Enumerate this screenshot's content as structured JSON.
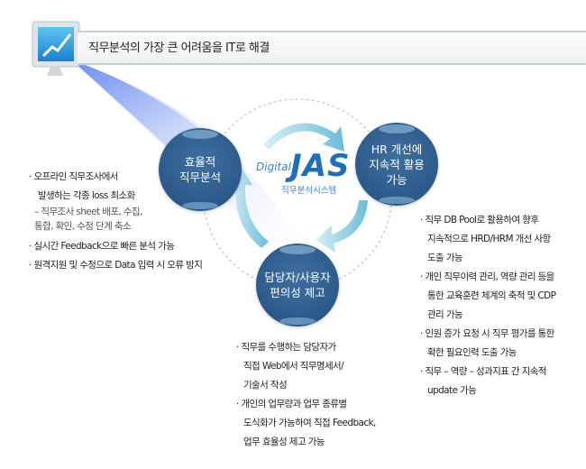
{
  "title": "직무분석의 가장 큰 어려움을 IT로 해결",
  "center": {
    "prefix": "Digital",
    "name": "JAS",
    "subtitle": "직무분석시스템"
  },
  "nodes": [
    {
      "label": "효율적\n직무분석"
    },
    {
      "label": "HR 개선에\n지속적 활용\n가능"
    },
    {
      "label": "담당자/사용자\n편의성 제고"
    }
  ],
  "left_text": [
    "· 오프라인 직무조사에서",
    "  발생하는 각종 loss 최소화",
    "– 직무조사 sheet 배포, 수집,",
    "   통합, 확인, 수정  단계 축소",
    "· 실시간 Feedback으로 빠른 분석 가능",
    "· 원격지원 및 수정으로 Data 입력 시 오류 방지"
  ],
  "right_text": [
    "· 직무 DB Pool로 활용하여 향후",
    "  지속적으로 HRD/HRM 개선 사항",
    "  도출 가능",
    "· 개인 직무이력 관리, 역량 관리 등을",
    "  통한 교육훈련 체계의 축적 및 CDP",
    "  관리 가능",
    "· 인원 증가 요청 시 직무 평가를 통한",
    "  확한 필요인력 도출 가능",
    "· 직무 – 역량 – 성과지표 간 지속적",
    "  update 가능"
  ],
  "bottom_text": [
    "· 직무를 수행하는 담당자가",
    "  직접 Web에서 직무명세서/",
    "  기술서 작성",
    "· 개인의 업무량과 업무 종류별",
    "  도식화가 가능하여 직접 Feedback,",
    "  업무 효율성 제고 가능"
  ],
  "colors": {
    "node": "#2b5a8a",
    "arrow": "#7cc3dc",
    "beam": "#7f9ff0"
  }
}
